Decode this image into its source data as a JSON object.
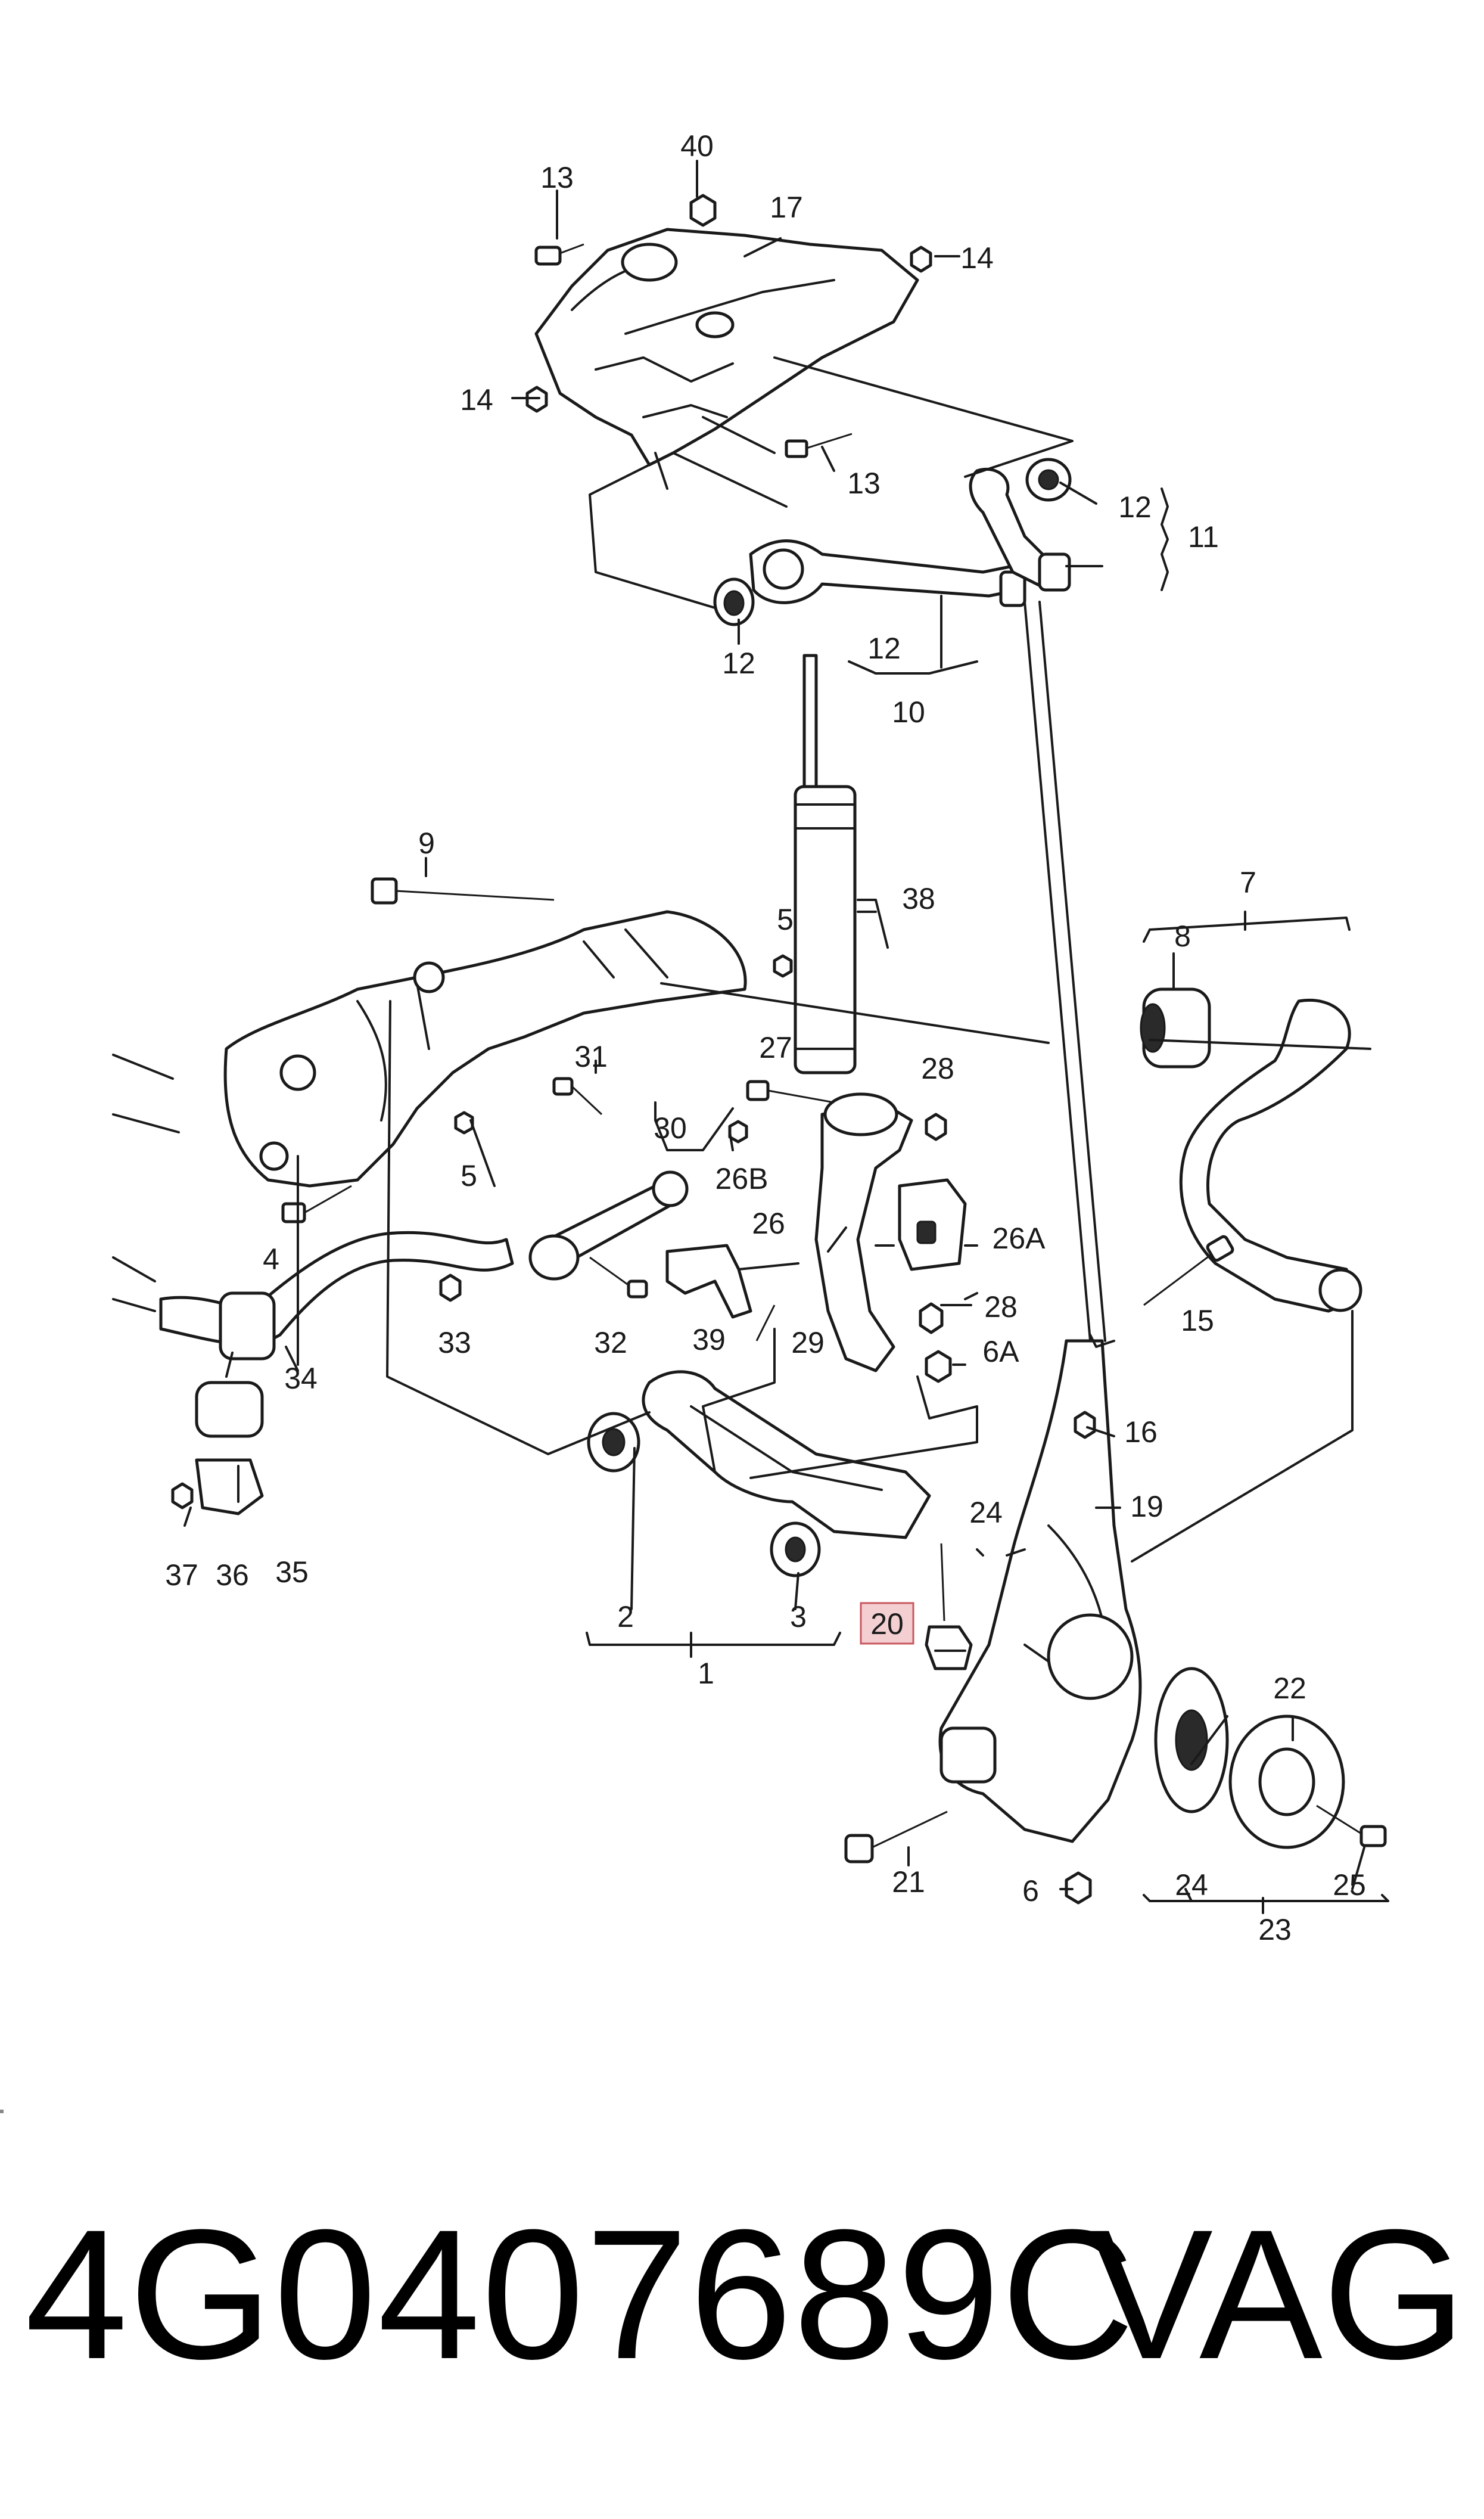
{
  "diagram": {
    "callouts": {
      "c1": "1",
      "c2": "2",
      "c3": "3",
      "c4": "4",
      "c5a": "5",
      "c5b": "5",
      "c6": "6",
      "c6a": "6A",
      "c7": "7",
      "c8": "8",
      "c9": "9",
      "c10": "10",
      "c11": "11",
      "c12a": "12",
      "c12b": "12",
      "c12c": "12",
      "c13a": "13",
      "c13b": "13",
      "c14a": "14",
      "c14b": "14",
      "c15": "15",
      "c16": "16",
      "c17": "17",
      "c19": "19",
      "c20": "20",
      "c21": "21",
      "c22": "22",
      "c23": "23",
      "c24a": "24",
      "c24b": "24",
      "c25": "25",
      "c26": "26",
      "c26a": "26A",
      "c26b": "26B",
      "c27": "27",
      "c28a": "28",
      "c28b": "28",
      "c29": "29",
      "c30": "30",
      "c31": "31",
      "c32": "32",
      "c33": "33",
      "c34": "34",
      "c35": "35",
      "c36": "36",
      "c37": "37",
      "c38": "38",
      "c39": "39",
      "c40": "40"
    },
    "highlighted_callout": "20",
    "highlight_color": "#f3cfd1",
    "highlight_border": "#c8595f"
  },
  "footer": {
    "part_number": "4G0407689C",
    "brand": "VAG"
  }
}
